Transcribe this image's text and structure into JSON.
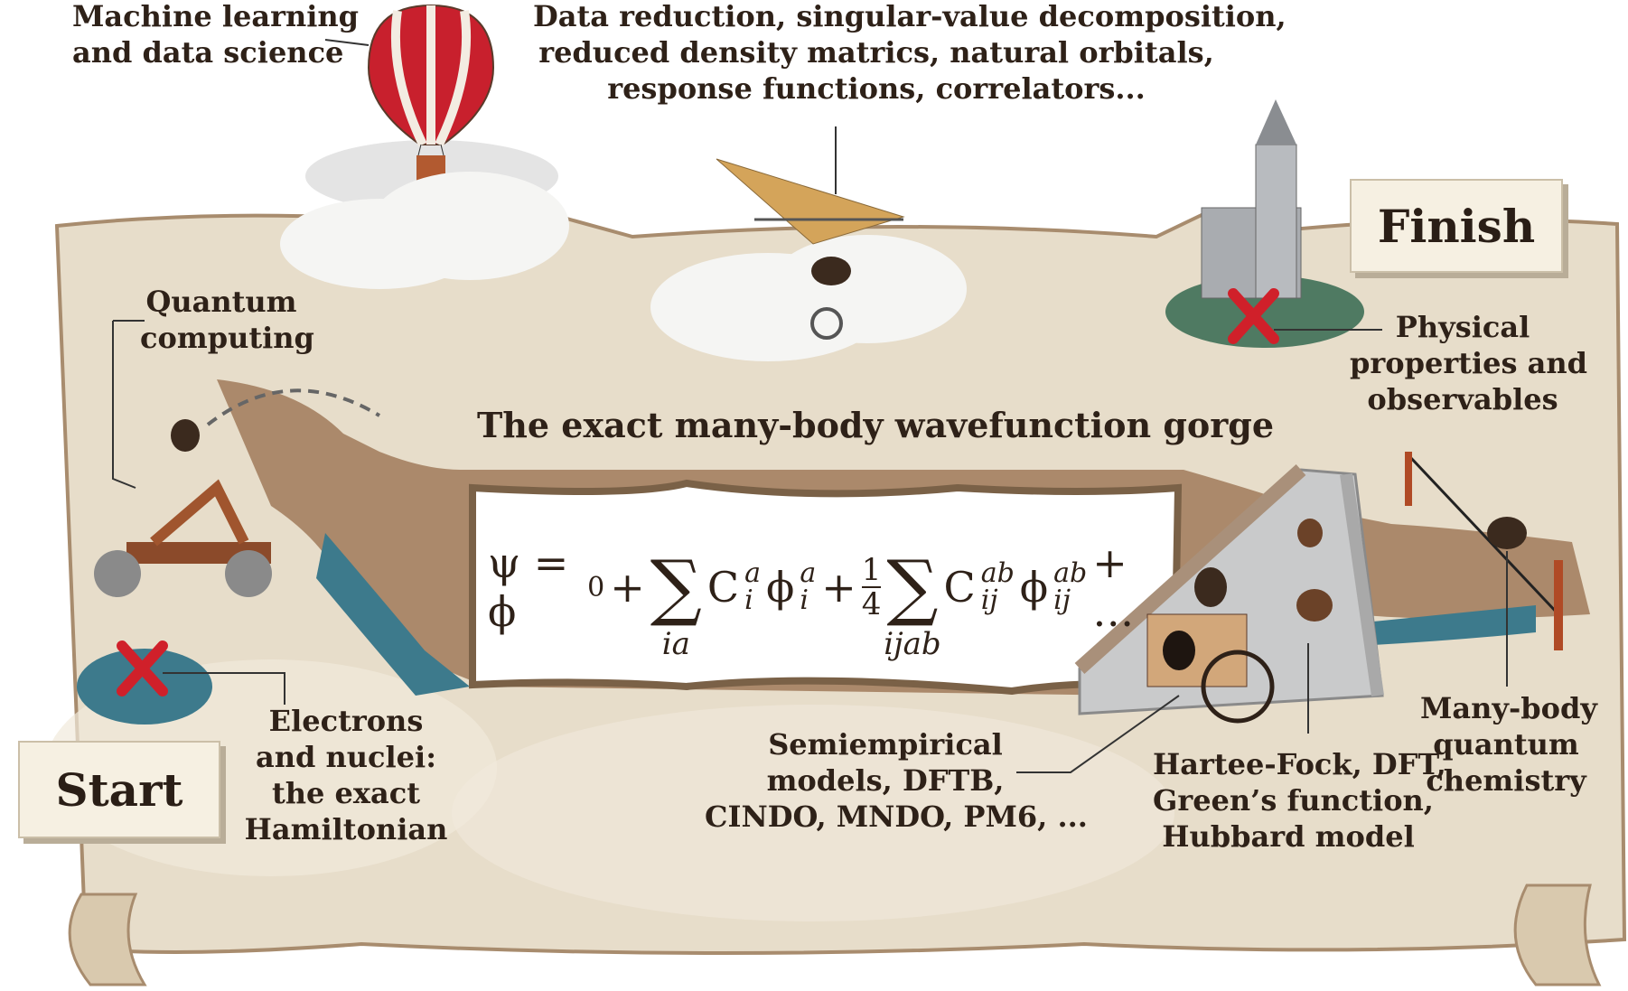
{
  "labels": {
    "machine_learning": [
      "Machine learning",
      "and data science"
    ],
    "data_reduction": [
      "Data reduction, singular-value decomposition,",
      "reduced density matrics, natural orbitals,",
      "response functions, correlators..."
    ],
    "finish": "Finish",
    "physical_properties": [
      "Physical",
      "properties and",
      "observables"
    ],
    "quantum_computing": [
      "Quantum",
      "computing"
    ],
    "gorge_title": "The exact many-body wavefunction gorge",
    "start": "Start",
    "electrons": [
      "Electrons",
      "and nuclei:",
      "the exact",
      "Hamiltonian"
    ],
    "semiempirical": [
      "Semiempirical",
      "models, DFTB,",
      "CINDO, MNDO, PM6, ..."
    ],
    "hartree": [
      "Hartee-Fock, DFT,",
      "Green’s function,",
      "Hubbard model"
    ],
    "many_body": [
      "Many-body",
      "quantum",
      "chemistry"
    ]
  },
  "equation": {
    "psi": "ψ = ϕ",
    "phi0_sub": "0",
    "plus": "+",
    "sigma": "∑",
    "sum1_index": "ia",
    "c": "C",
    "sup_a": "a",
    "sub_i": "i",
    "phi": "ϕ",
    "frac_num": "1",
    "frac_den": "4",
    "sum2_index": "ijab",
    "sup_ab": "ab",
    "sub_ij": "ij",
    "tail": "+ …"
  },
  "colors": {
    "parchment": "#e9e0cf",
    "ink": "#2e2118",
    "water": "#3d7a8c",
    "marker": "#d0202a"
  }
}
